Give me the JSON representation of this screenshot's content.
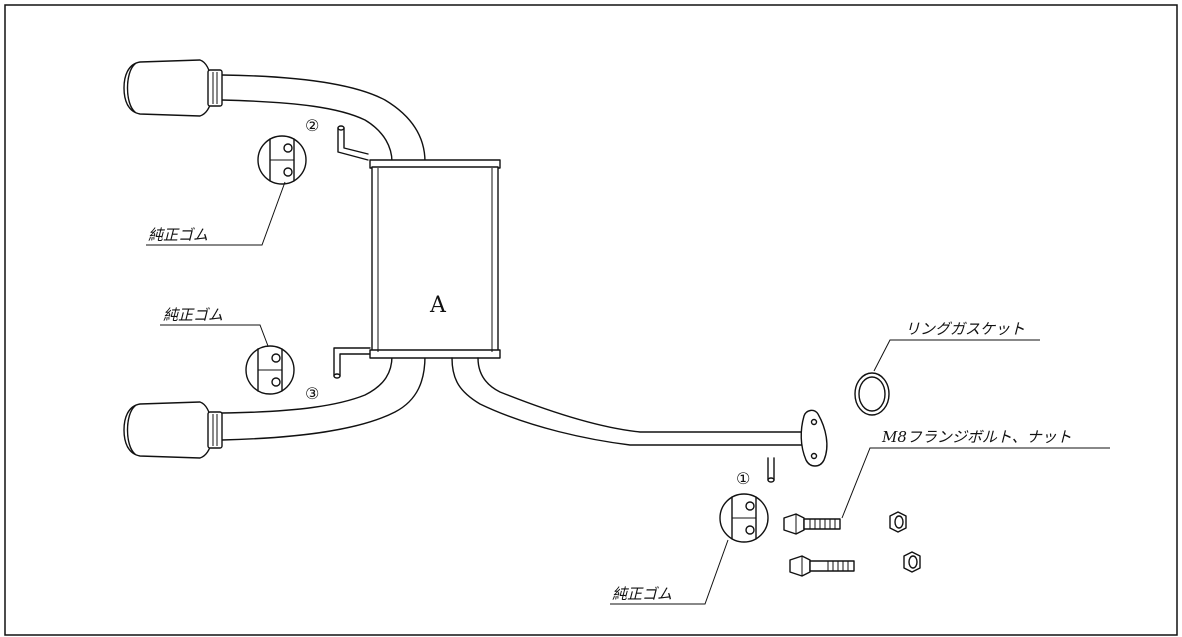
{
  "labels": {
    "part_a": "A",
    "rubber_1": "純正ゴム",
    "rubber_2": "純正ゴム",
    "rubber_3": "純正ゴム",
    "ring_gasket": "リングガスケット",
    "flange_bolt": "M8フランジボルト、ナット",
    "marker_1": "①",
    "marker_2": "②",
    "marker_3": "③"
  },
  "colors": {
    "line": "#111111",
    "background": "#ffffff"
  }
}
